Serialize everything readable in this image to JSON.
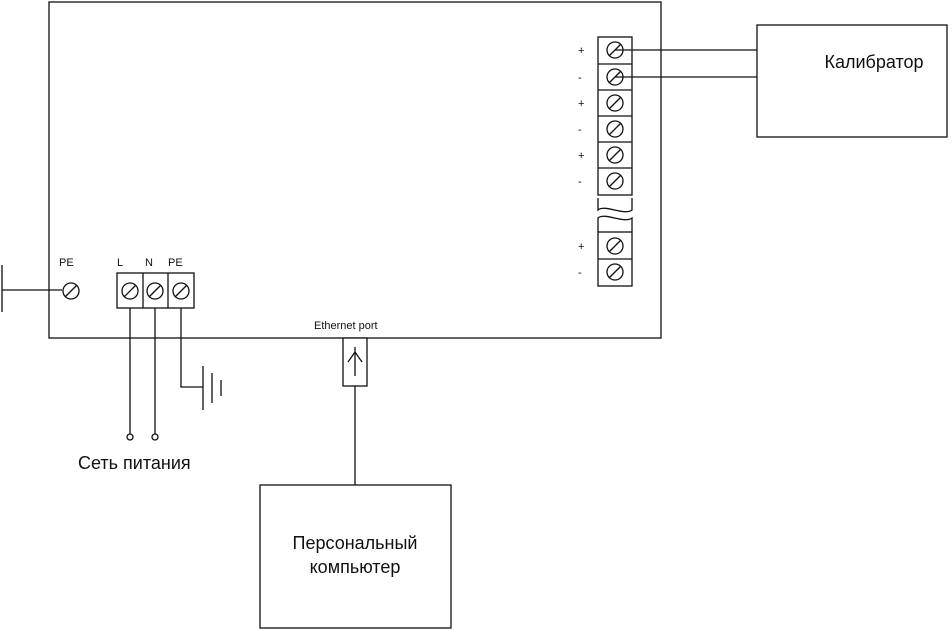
{
  "labels": {
    "pe_left": "PE",
    "L": "L",
    "N": "N",
    "pe_block": "PE",
    "ethernet_port": "Ethernet port",
    "mains": "Сеть питания",
    "calibrator": "Калибратор",
    "cal_plus": "+",
    "cal_minus": "-",
    "pc_line1": "Персональный",
    "pc_line2": "компьютер"
  },
  "terminal_signs": [
    "+",
    "-",
    "+",
    "-",
    "+",
    "-",
    "+",
    "-"
  ]
}
